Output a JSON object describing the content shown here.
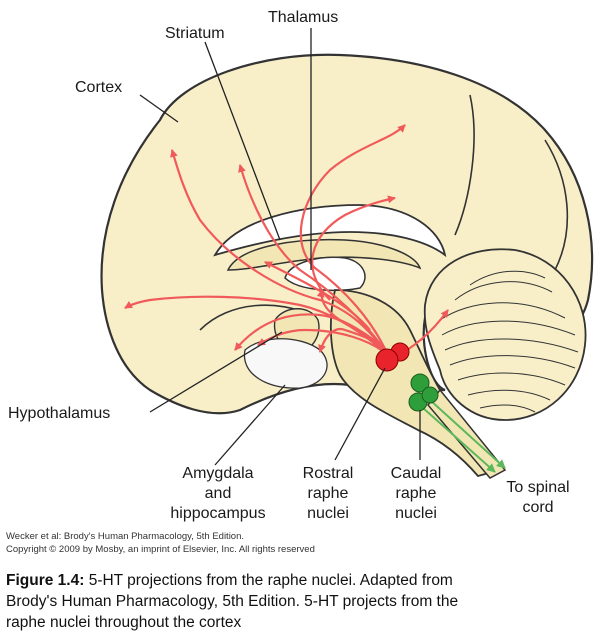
{
  "labels": {
    "cortex": "Cortex",
    "striatum": "Striatum",
    "thalamus": "Thalamus",
    "hypothalamus": "Hypothalamus",
    "amygdala": [
      "Amygdala",
      "and",
      "hippocampus"
    ],
    "rostral": [
      "Rostral",
      "raphe",
      "nuclei"
    ],
    "caudal": [
      "Caudal",
      "raphe",
      "nuclei"
    ],
    "spinal": [
      "To spinal",
      "cord"
    ]
  },
  "credit": {
    "line1": "Wecker et al: Brody's Human Pharmacology, 5th Edition.",
    "line2": "Copyright © 2009 by Mosby, an imprint of Elsevier, Inc. All rights reserved"
  },
  "caption": {
    "figure_number": "Figure 1.4:",
    "line1_rest": " 5-HT projections from the raphe nuclei. Adapted from",
    "line2": "Brody's Human Pharmacology, 5th Edition. 5-HT projects from the",
    "line3": "raphe nuclei throughout the cortex"
  },
  "colors": {
    "brain_fill": "#f8efc9",
    "outline": "#333333",
    "projection_arrows": "#f05a5a",
    "rostral_nuclei": "#e8232c",
    "caudal_nuclei": "#2e9e3a",
    "spinal_arrows": "#5cb85c"
  }
}
